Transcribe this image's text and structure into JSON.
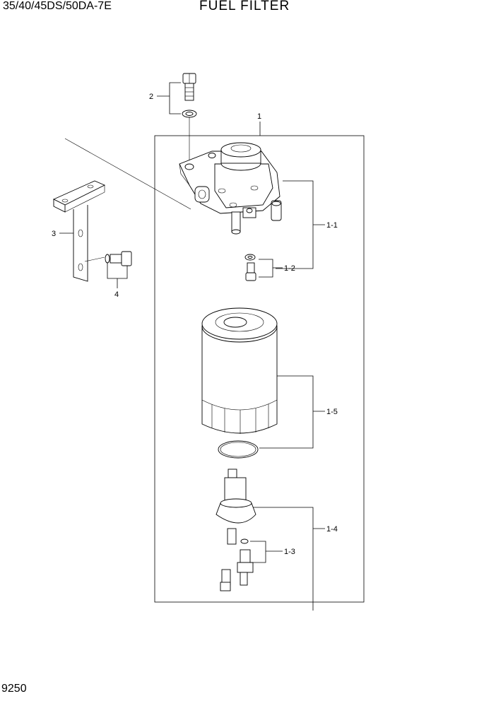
{
  "header": {
    "model": "35/40/45DS/50DA-7E",
    "title": "FUEL FILTER"
  },
  "page_number": "9250",
  "callouts": {
    "c1": "1",
    "c1_1": "1-1",
    "c1_2": "1-2",
    "c1_3": "1-3",
    "c1_4": "1-4",
    "c1_5": "1-5",
    "c2": "2",
    "c3": "3",
    "c4": "4"
  }
}
